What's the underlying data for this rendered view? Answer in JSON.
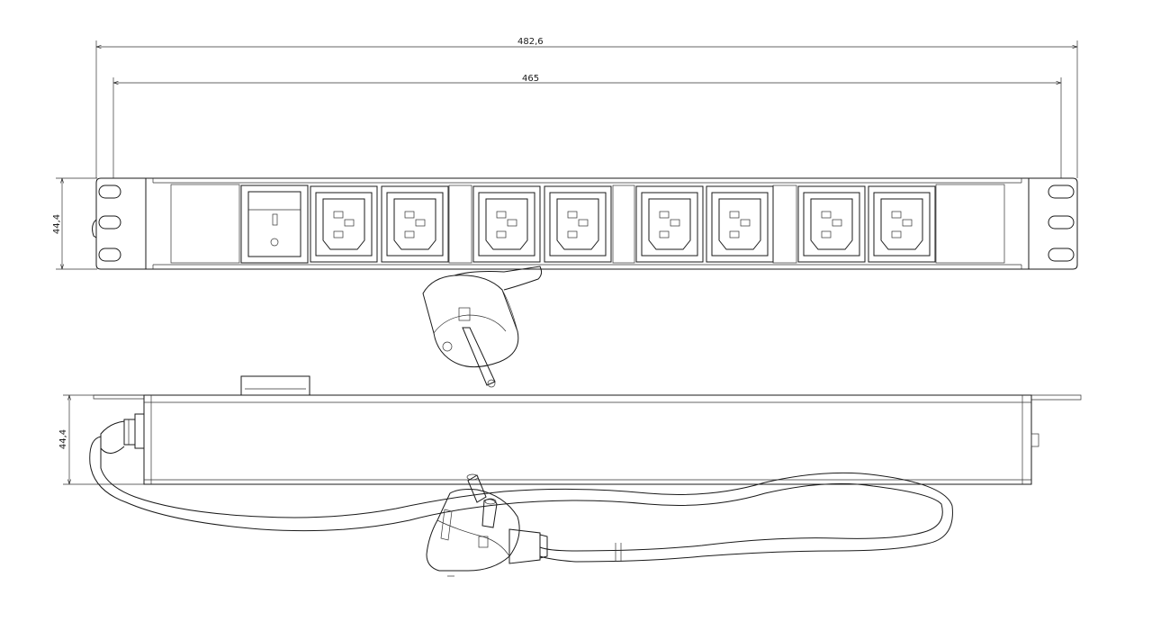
{
  "dimensions": {
    "overall_width": "482,6",
    "mounting_width": "465",
    "front_height": "44,4",
    "side_height": "44,4"
  },
  "outlets": {
    "type": "IEC C13",
    "count": 8
  },
  "colors": {
    "line": "#1a1a1a",
    "background": "#ffffff"
  }
}
